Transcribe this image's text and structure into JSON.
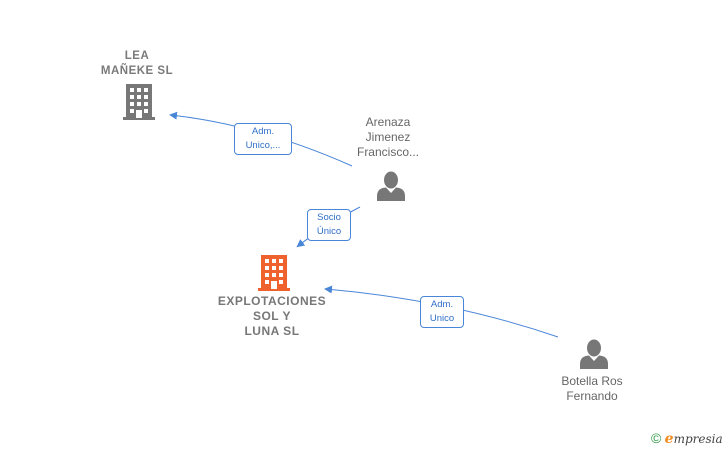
{
  "nodes": {
    "lea": {
      "name": "LEA\nMAÑEKE  SL",
      "type": "company"
    },
    "explotaciones": {
      "name": "EXPLOTACIONES\nSOL Y\nLUNA  SL",
      "type": "company"
    },
    "arenaza": {
      "name": "Arenaza\nJimenez\nFrancisco...",
      "type": "person"
    },
    "botella": {
      "name": "Botella Ros\nFernando",
      "type": "person"
    }
  },
  "edges": {
    "arenaza_lea": {
      "label": "Adm.\nUnico,..."
    },
    "arenaza_explotaciones": {
      "label": "Socio\nÚnico"
    },
    "botella_explotaciones": {
      "label": "Adm.\nUnico"
    }
  },
  "colors": {
    "edge": "#4a86d8",
    "company_icon": "#777777",
    "main_company_icon": "#f0622d",
    "person_icon": "#777777"
  },
  "brand": {
    "copyright": "©",
    "e": "e",
    "rest": "mpresia"
  }
}
